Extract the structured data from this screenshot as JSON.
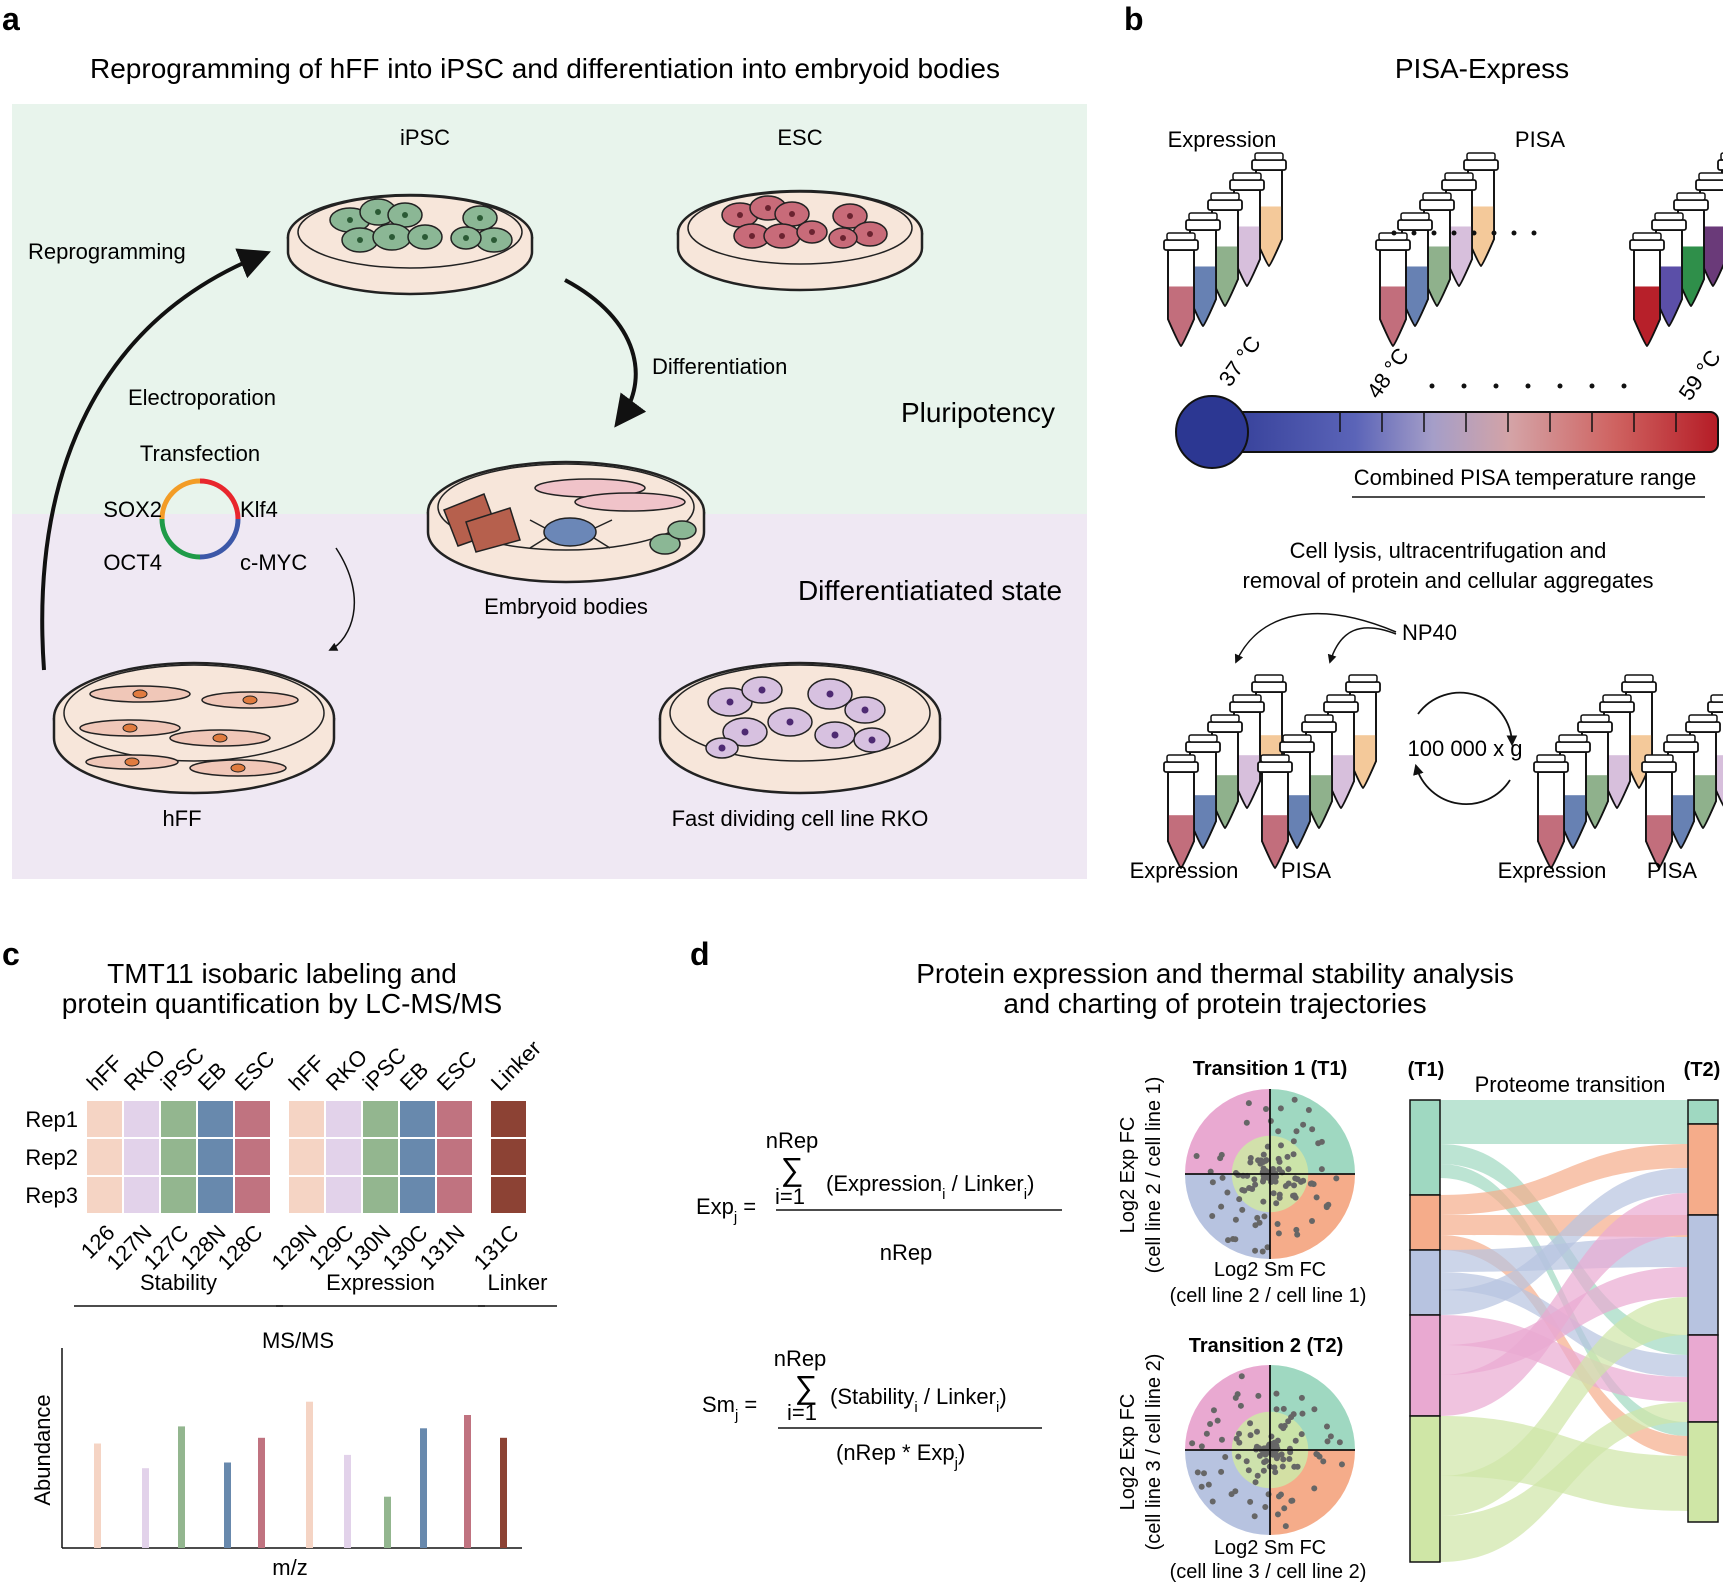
{
  "panel_a": {
    "letter": "a",
    "title": "Reprogramming of hFF into iPSC and differentiation into embryoid bodies",
    "zone_top_label": "Pluripotency",
    "zone_bottom_label": "Differentiatiated state",
    "dish_ipsc": "iPSC",
    "dish_esc": "ESC",
    "dish_eb": "Embryoid bodies",
    "dish_hff": "hFF",
    "dish_rko": "Fast dividing cell line RKO",
    "arrow_reprogramming": "Reprogramming",
    "arrow_differentiation": "Differentiation",
    "method_1": "Electroporation",
    "method_2": "Transfection",
    "factors": [
      "SOX2",
      "Klf4",
      "OCT4",
      "c-MYC"
    ],
    "zone_colors": {
      "top": "#e8f4ec",
      "bottom": "#efe8f3"
    }
  },
  "panel_b": {
    "letter": "b",
    "title": "PISA-Express",
    "group_expression": "Expression",
    "group_pisa": "PISA",
    "temps": [
      "37 °C",
      "48 °C",
      "59 °C"
    ],
    "range_label": "Combined PISA temperature range",
    "lysis_1": "Cell lysis, ultracentrifugation and",
    "lysis_2": "removal of protein and cellular aggregates",
    "detergent": "NP40",
    "centrifuge": "100 000 x g",
    "bottom_labels": [
      "Expression",
      "PISA",
      "Expression",
      "PISA"
    ]
  },
  "panel_c": {
    "letter": "c",
    "title_1": "TMT11 isobaric labeling and",
    "title_2": "protein quantification by LC-MS/MS",
    "cols": [
      "hFF",
      "RKO",
      "iPSC",
      "EB",
      "ESC"
    ],
    "linker_col": "Linker",
    "rows": [
      "Rep1",
      "Rep2",
      "Rep3"
    ],
    "channels": [
      "126",
      "127N",
      "127C",
      "128N",
      "128C",
      "129N",
      "129C",
      "130N",
      "130C",
      "131N",
      "131C"
    ],
    "groups": [
      "Stability",
      "Expression",
      "Linker"
    ],
    "ms_title": "MS/MS",
    "ylabel": "Abundance",
    "xlabel": "m/z",
    "cell_colors": [
      "#f5d4c4",
      "#e2d2ea",
      "#93b68f",
      "#6889ad",
      "#c07380",
      "#8c4234"
    ]
  },
  "panel_d": {
    "letter": "d",
    "title_1": "Protein expression and thermal stability analysis",
    "title_2": "and charting of protein trajectories",
    "exp_lhs": "Exp",
    "sm_lhs": "Sm",
    "sub_j": "j",
    "sub_i": "i",
    "eq": "=",
    "nrep": "nRep",
    "sigma": "∑",
    "i1": "i=1",
    "exp_num_a": "(Expression",
    "exp_num_b": " / Linker",
    "exp_num_c": ")",
    "exp_den": "nRep",
    "sm_num_a": "(Stability",
    "sm_num_b": " / Linker",
    "sm_num_c": ")",
    "sm_den_a": "(nRep * Exp",
    "sm_den_b": ")",
    "t1_title": "Transition 1 (T1)",
    "t2_title": "Transition 2 (T2)",
    "t1_ylabel_1": "Log2 Exp FC",
    "t1_ylabel_2": "(cell line 2 / cell line 1)",
    "t1_xlabel_1": "Log2 Sm FC",
    "t1_xlabel_2": "(cell line 2 / cell line 1)",
    "t2_ylabel_1": "Log2 Exp FC",
    "t2_ylabel_2": "(cell line 3 / cell line 2)",
    "t2_xlabel_1": "Log2 Sm FC",
    "t2_xlabel_2": "(cell line 3 / cell line 2)",
    "sankey_left": "(T1)",
    "sankey_right": "(T2)",
    "sankey_title": "Proteome transition",
    "quadrant_colors": {
      "tl": "#e9a9d1",
      "tr": "#9fd8c1",
      "bl": "#b7c3e0",
      "br": "#f5ac8a",
      "center": "#cfe6a6"
    }
  }
}
